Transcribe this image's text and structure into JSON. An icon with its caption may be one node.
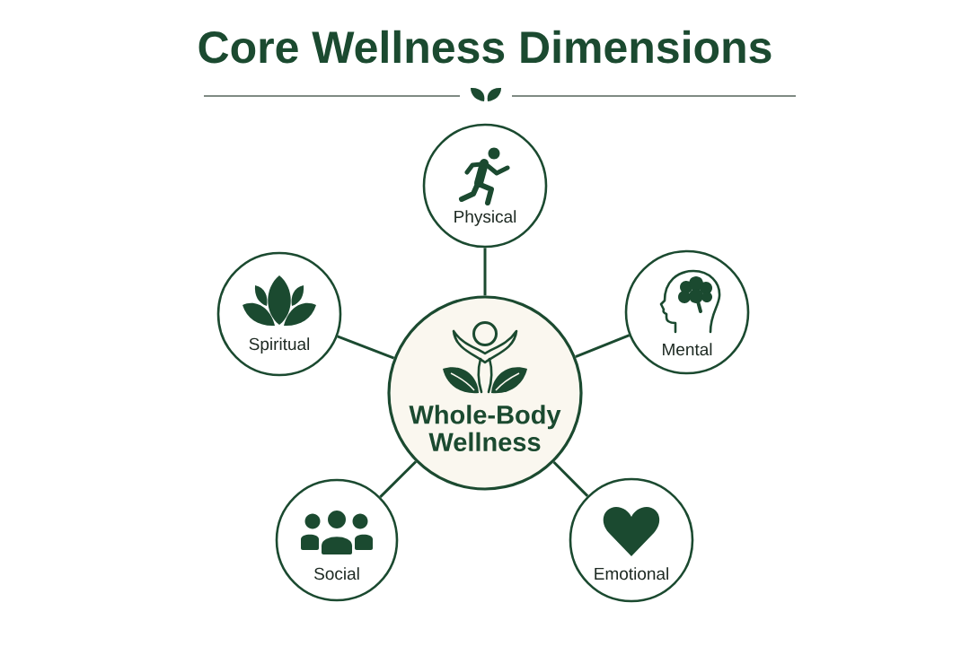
{
  "diagram": {
    "title": "Core Wellness Dimensions",
    "nodes": [
      {
        "text": [
          "Physical"
        ]
      },
      {
        "text": [
          "Spiritual"
        ]
      },
      {
        "text": [
          "Mental"
        ]
      },
      {
        "text": [
          "Whole-Body Wellness"
        ]
      },
      {
        "text": [
          "Social"
        ]
      },
      {
        "text": [
          "Emotional"
        ]
      }
    ],
    "edges": [
      {
        "from": 3,
        "to": 0,
        "arrow": "none"
      },
      {
        "from": 3,
        "to": 1,
        "arrow": "none"
      },
      {
        "from": 3,
        "to": 2,
        "arrow": "none"
      },
      {
        "from": 3,
        "to": 4,
        "arrow": "none"
      },
      {
        "from": 3,
        "to": 5,
        "arrow": "none"
      }
    ]
  }
}
